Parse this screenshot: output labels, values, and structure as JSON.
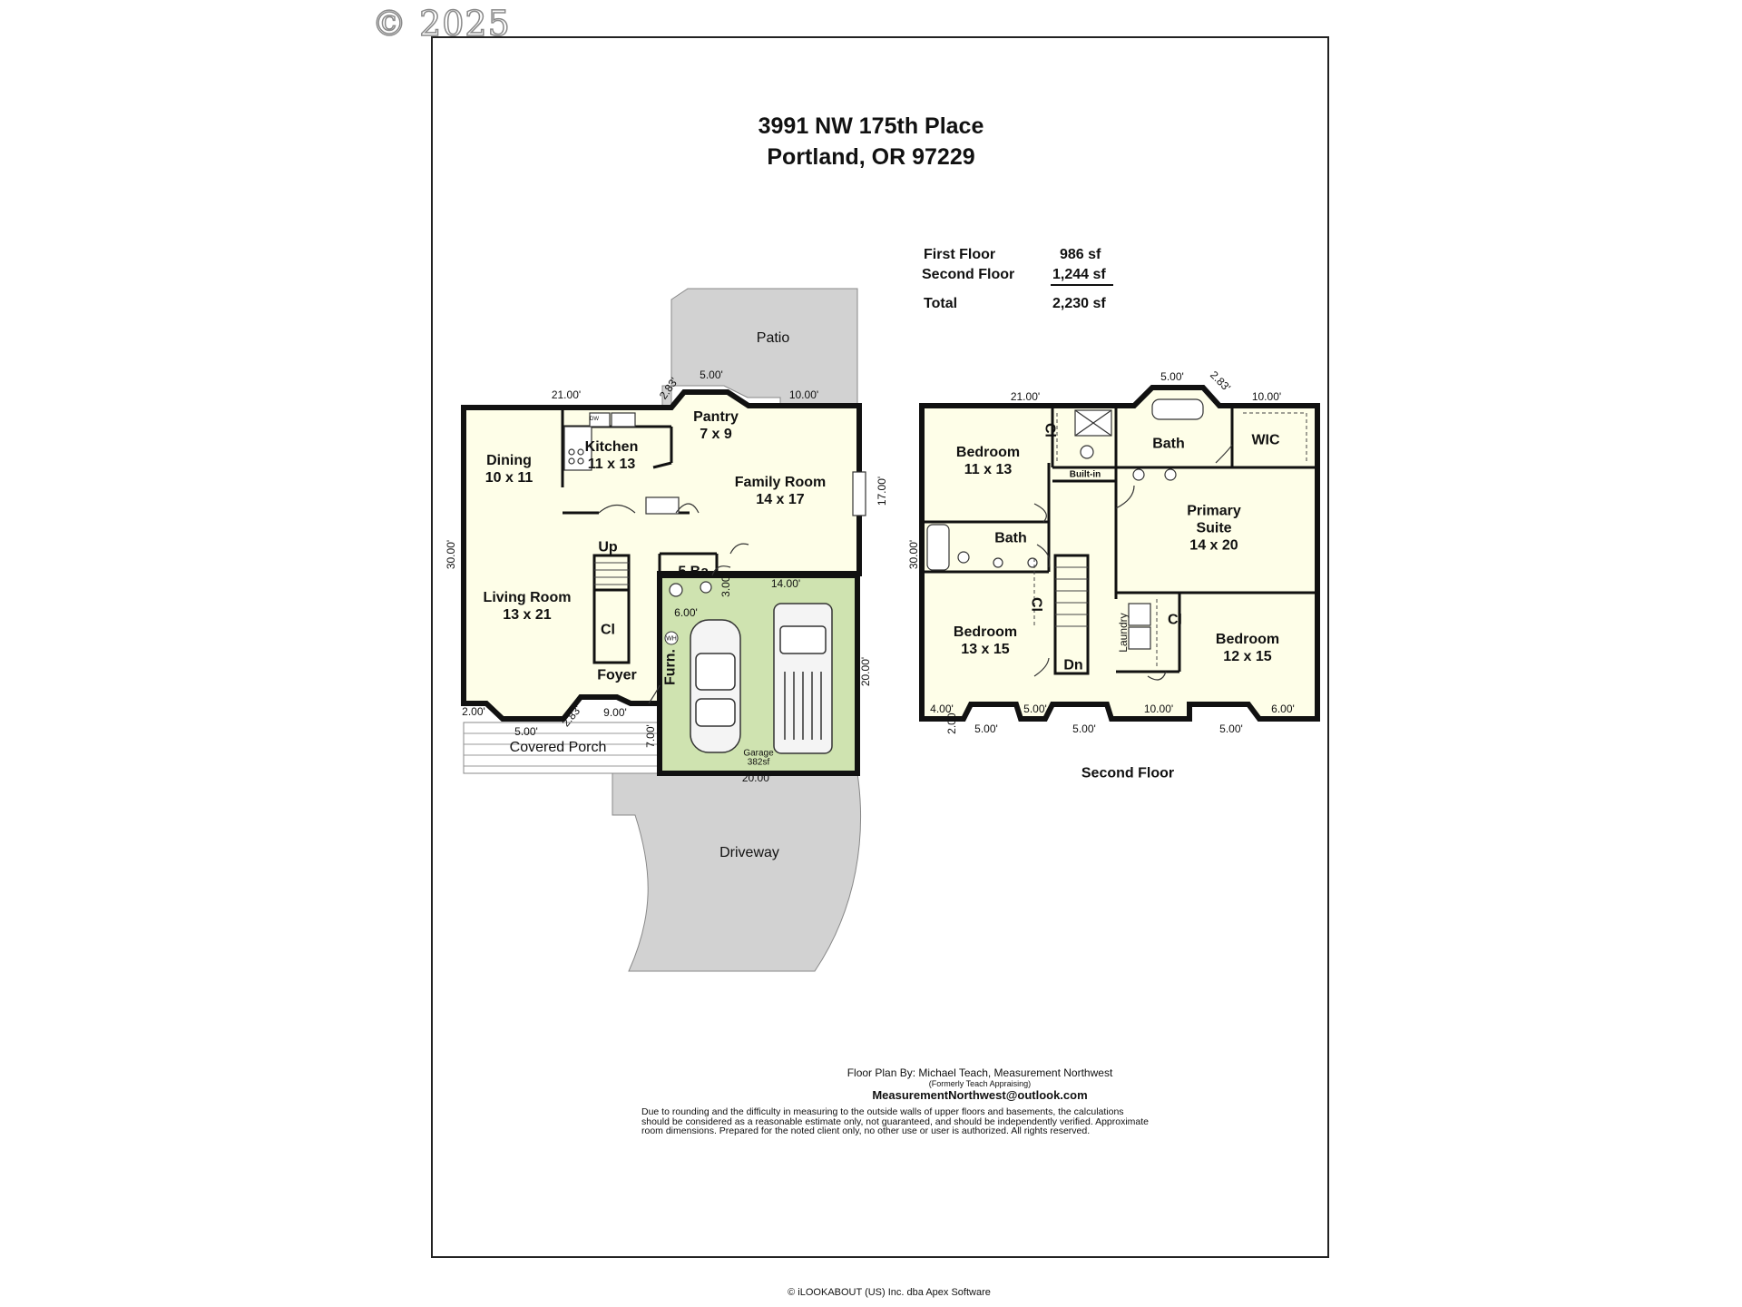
{
  "watermark": "© 2025",
  "title": {
    "line1": "3991 NW 175th Place",
    "line2": "Portland, OR 97229"
  },
  "area_summary": [
    {
      "label": "First Floor",
      "value": "986 sf"
    },
    {
      "label": "Second Floor",
      "value": "1,244 sf"
    },
    {
      "label": "Total",
      "value": "2,230 sf"
    }
  ],
  "first_floor": {
    "rooms": {
      "pantry": {
        "name": "Pantry",
        "size": "7 x 9"
      },
      "kitchen": {
        "name": "Kitchen",
        "size": "11 x 13"
      },
      "dining": {
        "name": "Dining",
        "size": "10 x 11"
      },
      "family": {
        "name": "Family Room",
        "size": "14 x 17"
      },
      "living": {
        "name": "Living Room",
        "size": "13 x 21"
      },
      "half_bath": ".5 Ba",
      "up": "Up",
      "closet": "Cl",
      "foyer": "Foyer",
      "furnace": "Furn.",
      "wh": "WH",
      "dw": "DW",
      "garage": "Garage",
      "garage_area": "382sf"
    },
    "outdoor": {
      "patio": "Patio",
      "porch": "Covered Porch",
      "driveway": "Driveway"
    },
    "dims": {
      "top_left": "21.00'",
      "pantry_diag": "2.83'",
      "pantry_top": "5.00'",
      "top_right": "10.00'",
      "right_side": "17.00'",
      "left_side": "30.00'",
      "half_bath": "3.00'",
      "garage_top": "14.00'",
      "garage_inner": "6.00'",
      "garage_right": "20.00'",
      "garage_bottom": "20.00'",
      "bay_left": "2.00'",
      "bay_front": "5.00'",
      "bay_diag": "2.83'",
      "porch_width": "9.00'",
      "porch_depth": "7.00'"
    }
  },
  "second_floor": {
    "label": "Second Floor",
    "rooms": {
      "bed_nw": {
        "name": "Bedroom",
        "size": "11 x 13"
      },
      "bath_primary": "Bath",
      "wic": "WIC",
      "builtin": "Built-in",
      "primary": {
        "name": "Primary Suite",
        "size": "14 x 20"
      },
      "bath_hall": "Bath",
      "bed_sw": {
        "name": "Bedroom",
        "size": "13 x 15"
      },
      "bed_se": {
        "name": "Bedroom",
        "size": "12 x 15"
      },
      "closet": "Cl",
      "laundry": "Laundry",
      "down": "Dn"
    },
    "dims": {
      "top_left": "21.00'",
      "top_mid": "5.00'",
      "diag": "2.83'",
      "top_right": "10.00'",
      "left_side": "30.00'",
      "b1": "4.00'",
      "b2": "5.00'",
      "b3": "10.00'",
      "b4": "6.00'",
      "b5": "2.00'",
      "b6": "5.00'",
      "b7": "5.00'",
      "b8": "5.00'"
    }
  },
  "credits": {
    "line1": "Floor Plan By: Michael Teach, Measurement Northwest",
    "line2": "(Formerly Teach Appraising)",
    "email": "MeasurementNorthwest@outlook.com",
    "disclaimer": "Due to rounding and the difficulty in measuring to the outside walls of upper floors and basements, the calculations should be considered as a reasonable estimate only, not guaranteed, and should be independently verified. Approximate room dimensions. Prepared for the noted client only, no other use or user is authorized. All rights reserved."
  },
  "copyright": "© iLOOKABOUT (US) Inc. dba Apex Software",
  "colors": {
    "floor_fill": "#fefee8",
    "garage_fill": "#cfe3b0",
    "outdoor_fill": "#d2d2d2",
    "wall": "#111111"
  }
}
